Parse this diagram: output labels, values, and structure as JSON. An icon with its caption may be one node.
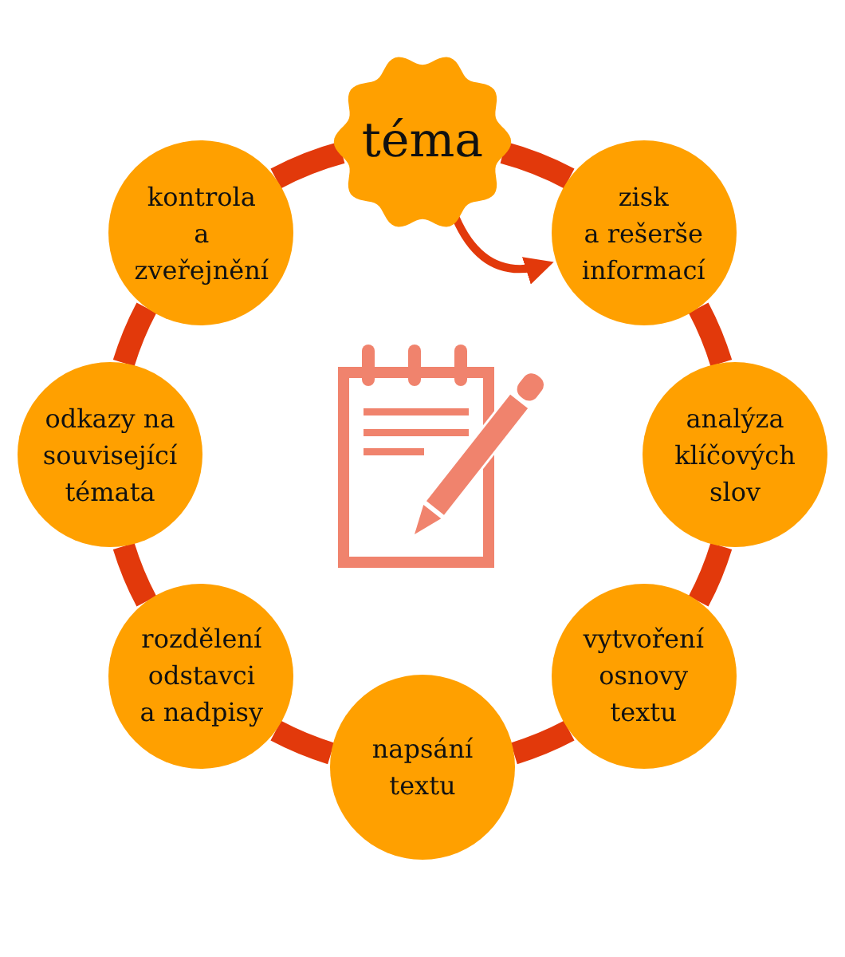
{
  "diagram": {
    "nodes": [
      {
        "text": [
          "téma"
        ]
      },
      {
        "text": [
          "zisk a rešerše informací"
        ]
      },
      {
        "text": [
          "analýza klíčových slov"
        ]
      },
      {
        "text": [
          "vytvoření osnovy textu"
        ]
      },
      {
        "text": [
          "napsání textu"
        ]
      },
      {
        "text": [
          "rozdělení odstavci a nadpisy"
        ]
      },
      {
        "text": [
          "odkazy na související témata"
        ]
      },
      {
        "text": [
          "kontrola a zveřejnění"
        ]
      }
    ],
    "edges": [
      {
        "from": 0,
        "to": 1,
        "arrow": "none"
      },
      {
        "from": 1,
        "to": 2,
        "arrow": "none"
      },
      {
        "from": 2,
        "to": 3,
        "arrow": "none"
      },
      {
        "from": 3,
        "to": 4,
        "arrow": "none"
      },
      {
        "from": 4,
        "to": 5,
        "arrow": "none"
      },
      {
        "from": 5,
        "to": 6,
        "arrow": "none"
      },
      {
        "from": 6,
        "to": 7,
        "arrow": "none"
      },
      {
        "from": 7,
        "to": 0,
        "arrow": "none"
      },
      {
        "from": 0,
        "to": 1,
        "arrow": "to"
      }
    ]
  }
}
